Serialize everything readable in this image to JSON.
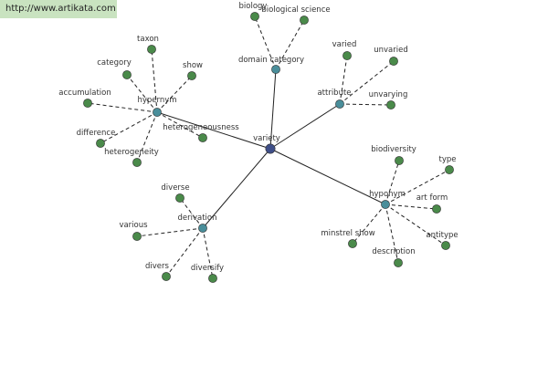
{
  "watermark": "http://www.artikata.com",
  "colors": {
    "leaf": "#4a8a4a",
    "relation": "#4a8e9a",
    "center": "#3e4e88",
    "stroke": "#222222",
    "background": "#ffffff",
    "watermark_bg": "#c9e3c0"
  },
  "graph": {
    "center": "variety",
    "relations": [
      {
        "name": "domain category",
        "leaves": [
          "biology",
          "biological science"
        ]
      },
      {
        "name": "attribute",
        "leaves": [
          "varied",
          "unvaried",
          "unvarying"
        ]
      },
      {
        "name": "hyponym",
        "leaves": [
          "biodiversity",
          "type",
          "art form",
          "antitype",
          "description",
          "minstrel show"
        ]
      },
      {
        "name": "derivation",
        "leaves": [
          "diverse",
          "various",
          "divers",
          "diversify"
        ]
      },
      {
        "name": "hypernym",
        "leaves": [
          "taxon",
          "show",
          "category",
          "accumulation",
          "difference",
          "heterogeneity",
          "heterogeneousness"
        ]
      }
    ]
  }
}
